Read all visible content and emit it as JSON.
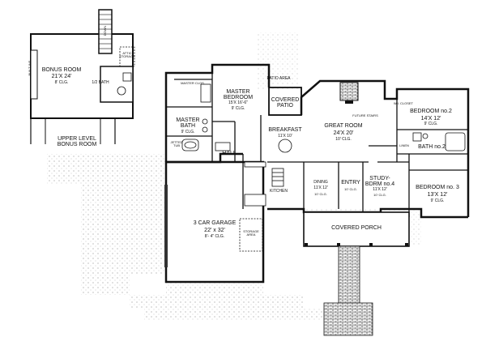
{
  "upper": {
    "bonus_room": "BONUS ROOM",
    "bonus_room_dim": "21'X 24'",
    "bonus_room_clg": "8' CLG.",
    "half_bath": "1/2 BATH",
    "attic_storage": "ATTIC\nSTORAGE",
    "built_ins": "BUILT-INS",
    "upper_level_label": "UPPER LEVEL\nBONUS ROOM",
    "down": "DOWN"
  },
  "rooms": {
    "patio_area": "PATIO AREA",
    "master_closet": "MASTER CLOS.",
    "master_bedroom": "MASTER\nBEDROOM",
    "master_bedroom_dim": "15'X 16'-6\"",
    "master_bedroom_clg": "9' CLG.",
    "covered_patio": "COVERED\nPATIO",
    "master_bath": "MASTER\nBATH",
    "master_bath_clg": "9' CLG.",
    "jetted_tub": "JETTED\nTUB",
    "breakfast": "BREAKFAST",
    "breakfast_dim": "11'X 10'",
    "hall": "HALL",
    "kitchen": "KITCHEN",
    "great_room": "GREAT ROOM",
    "great_room_dim": "24'X 20'",
    "great_room_clg": "10' CLG.",
    "future_stairs": "FUTURE STAIRS",
    "dining": "DINING",
    "dining_dim": "11'X 12'",
    "dining_clg": "10' CLG.",
    "entry": "ENTRY",
    "entry_clg": "10' CLG.",
    "study": "STUDY-\nBDRM no.4",
    "study_dim": "11'X 12'",
    "study_clg": "10' CLG.",
    "bedroom2": "BEDROOM no.2",
    "bedroom2_dim": "14'X 12'",
    "bedroom2_clg": "9' CLG.",
    "wi_closet": "W.I. CLOSET",
    "bath2": "BATH no.2",
    "linen": "LINEN",
    "bedroom3": "BEDROOM no. 3",
    "bedroom3_dim": "13'X 12'",
    "bedroom3_clg": "9' CLG.",
    "garage": "3 CAR GARAGE",
    "garage_dim": "22' x 32'",
    "garage_clg": "8'- 4\" CLG.",
    "storage": "STORAGE\nAREA",
    "covered_porch": "COVERED PORCH"
  }
}
